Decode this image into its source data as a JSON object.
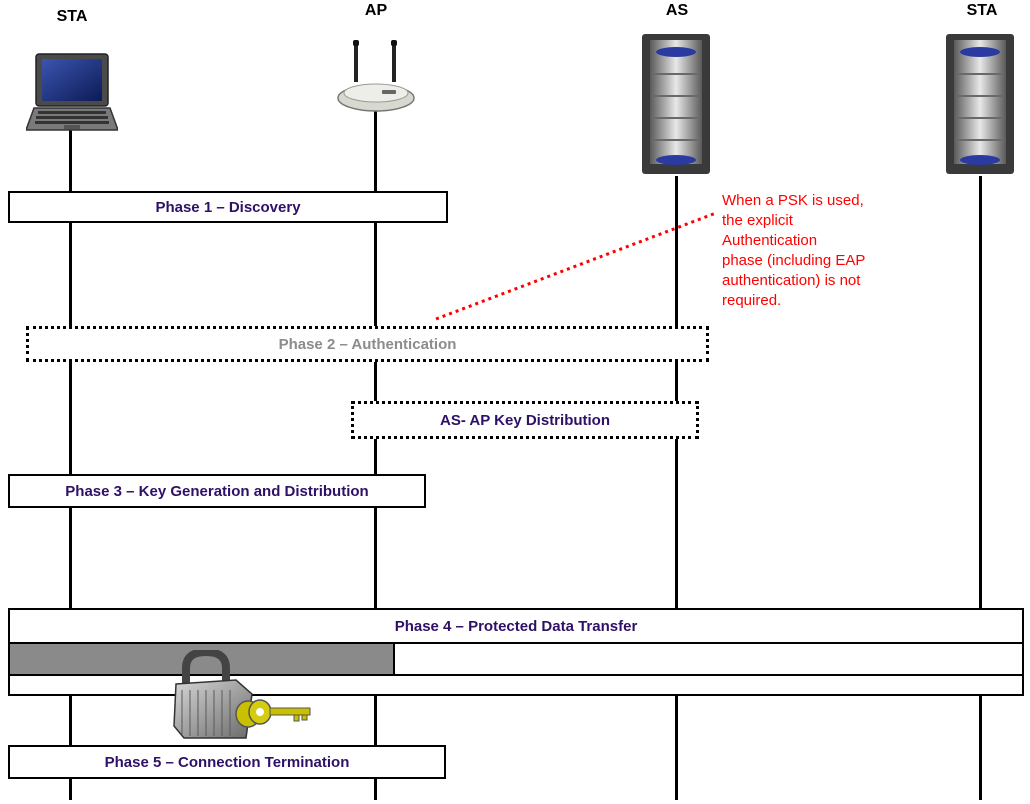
{
  "entities": [
    {
      "id": "sta1",
      "label": "STA",
      "icon": "laptop-icon"
    },
    {
      "id": "ap",
      "label": "AP",
      "icon": "access-point-icon"
    },
    {
      "id": "as",
      "label": "AS",
      "icon": "server-icon"
    },
    {
      "id": "sta2",
      "label": "STA",
      "icon": "server-icon"
    }
  ],
  "phases": {
    "phase1": "Phase 1 – Discovery",
    "phase2": "Phase 2 – Authentication",
    "as_ap": "AS- AP Key Distribution",
    "phase3": "Phase 3 – Key Generation and Distribution",
    "phase4": "Phase 4 – Protected Data Transfer",
    "phase5": "Phase 5 – Connection Termination"
  },
  "note": {
    "lines": [
      "When a PSK is used,",
      "the explicit",
      "Authentication",
      "phase (including EAP",
      "authentication) is not",
      "required."
    ]
  },
  "colors": {
    "phase_text": "#2e1166",
    "muted_text": "#8c8c8c",
    "note_text": "#ff0000",
    "lifeline": "#000000",
    "progress_fill": "#8a8a8a",
    "key": "#c8c000"
  },
  "progress": {
    "fraction": 0.38
  },
  "lock_icon": "padlock-with-key-icon"
}
